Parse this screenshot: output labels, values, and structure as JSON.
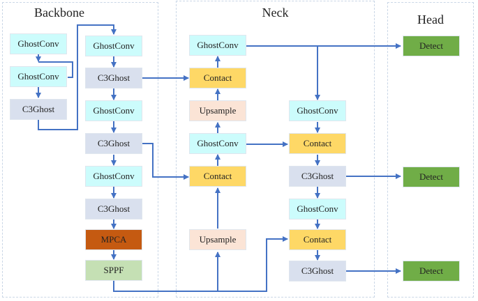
{
  "panels": {
    "backbone": "Backbone",
    "neck": "Neck",
    "head": "Head"
  },
  "backbone": {
    "col1": [
      "GhostConv",
      "GhostConv",
      "C3Ghost"
    ],
    "col2": [
      "GhostConv",
      "C3Ghost",
      "GhostConv",
      "C3Ghost",
      "GhostConv",
      "C3Ghost",
      "MPCA",
      "SPPF"
    ]
  },
  "neck": {
    "col1": [
      "GhostConv",
      "Contact",
      "Upsample",
      "GhostConv",
      "Contact",
      "Upsample"
    ],
    "col2": [
      "GhostConv",
      "Contact",
      "C3Ghost",
      "GhostConv",
      "Contact",
      "C3Ghost"
    ]
  },
  "head": [
    "Detect",
    "Detect",
    "Detect"
  ],
  "colors": {
    "ghostconv": "#ccfcfc",
    "c3ghost": "#d9e0ee",
    "contact": "#fed866",
    "upsample": "#fbe4d6",
    "mpca": "#c55a11",
    "sppf": "#c5e0b4",
    "detect": "#70ad47",
    "arrow": "#4472c4"
  }
}
